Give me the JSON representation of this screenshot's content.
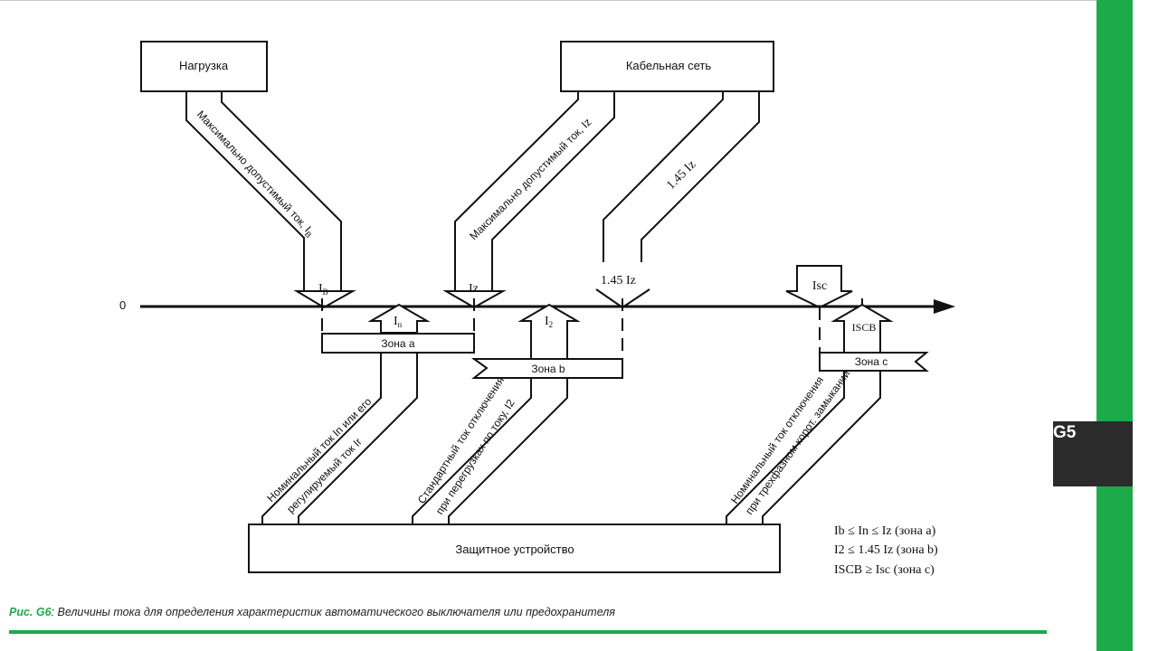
{
  "page_tab": "G5",
  "caption": {
    "label": "Рис. G6",
    "text": ": Величины тока для определения характеристик автоматического выключателя или предохранителя"
  },
  "boxes": {
    "load": "Нагрузка",
    "cable": "Кабельная сеть",
    "protective": "Защитное устройство"
  },
  "axis": {
    "origin": "0"
  },
  "top_arrows": {
    "ib_desc": "Максимально допустимый ток, I",
    "ib_desc_sub": "B",
    "iz_desc": "Максимально допустимый ток, Iz",
    "k145_desc": "1.45 Iz"
  },
  "axis_labels": {
    "ib_main": "I",
    "ib_sub": "B",
    "iz": "Iz",
    "k145": "1.45 Iz",
    "isc": "Isc",
    "in_main": "I",
    "in_sub": "n",
    "i2_main": "I",
    "i2_sub": "2",
    "iscb": "ISCB"
  },
  "zones": {
    "a": "Зона a",
    "b": "Зона b",
    "c": "Зона c"
  },
  "bottom_arrows": {
    "in_line1": "Номинальный ток In или его",
    "in_line2": "регулируемый ток Ir",
    "i2_line1": "Стандартный ток отключения",
    "i2_line2": "при перегрузках по току, I2",
    "iscb_line1": "Номинальный ток отключения",
    "iscb_line2": "при трехфазном корот. замыкании"
  },
  "conditions": {
    "a": "Ib ≤ In ≤ Iz (зона a)",
    "b": "I2 ≤ 1.45 Iz (зона b)",
    "c": "ISCB ≥ Isc (зона c)"
  },
  "colors": {
    "accent_green": "#1daa4a",
    "tab_dark": "#2b2b2b"
  }
}
